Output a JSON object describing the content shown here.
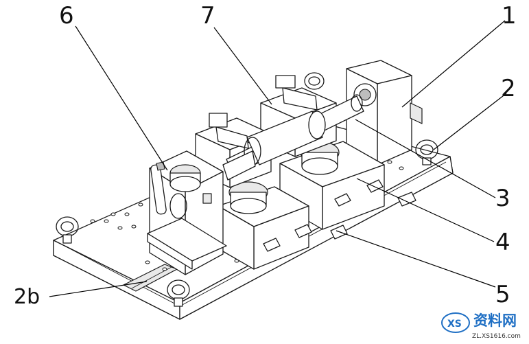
{
  "callouts": [
    {
      "id": "c1",
      "text": "1"
    },
    {
      "id": "c2",
      "text": "2"
    },
    {
      "id": "c3",
      "text": "3"
    },
    {
      "id": "c4",
      "text": "4"
    },
    {
      "id": "c5",
      "text": "5"
    },
    {
      "id": "c6",
      "text": "6"
    },
    {
      "id": "c7",
      "text": "7"
    },
    {
      "id": "c2b",
      "text": "2b"
    }
  ],
  "watermark": {
    "title": "资料网",
    "url": "ZL.XS1616.com"
  },
  "colors": {
    "line": "#1a1a1a",
    "watermark": "#1f6fc4"
  }
}
